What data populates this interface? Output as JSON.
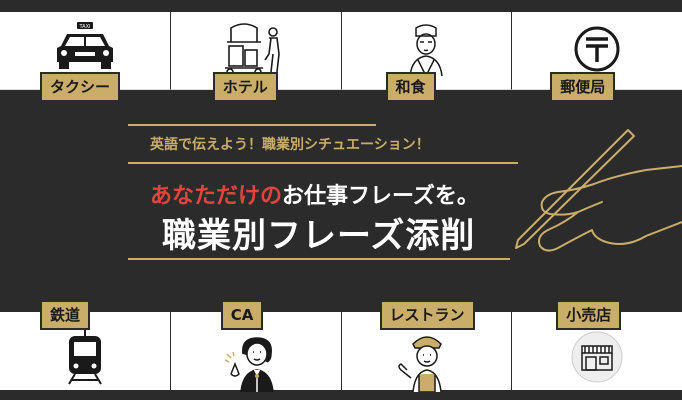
{
  "top_tiles": [
    {
      "label": "タクシー",
      "icon": "taxi-icon"
    },
    {
      "label": "ホテル",
      "icon": "hotel-porter-icon"
    },
    {
      "label": "和食",
      "icon": "japanese-chef-icon"
    },
    {
      "label": "郵便局",
      "icon": "post-office-icon"
    }
  ],
  "bottom_tiles": [
    {
      "label": "鉄道",
      "icon": "train-icon"
    },
    {
      "label": "CA",
      "icon": "flight-attendant-icon"
    },
    {
      "label": "レストラン",
      "icon": "waitress-icon"
    },
    {
      "label": "小売店",
      "icon": "shop-icon"
    }
  ],
  "banner": {
    "subtitle": "英語で伝えよう！職業別シチュエーション！",
    "headline_highlight": "あなただけの",
    "headline_rest": "お仕事フレーズを。",
    "headline_main": "職業別フレーズ添削"
  },
  "colors": {
    "background": "#2b2b2b",
    "accent_gold": "#c9ad69",
    "highlight_red": "#e3443c",
    "tile": "#ffffff"
  }
}
